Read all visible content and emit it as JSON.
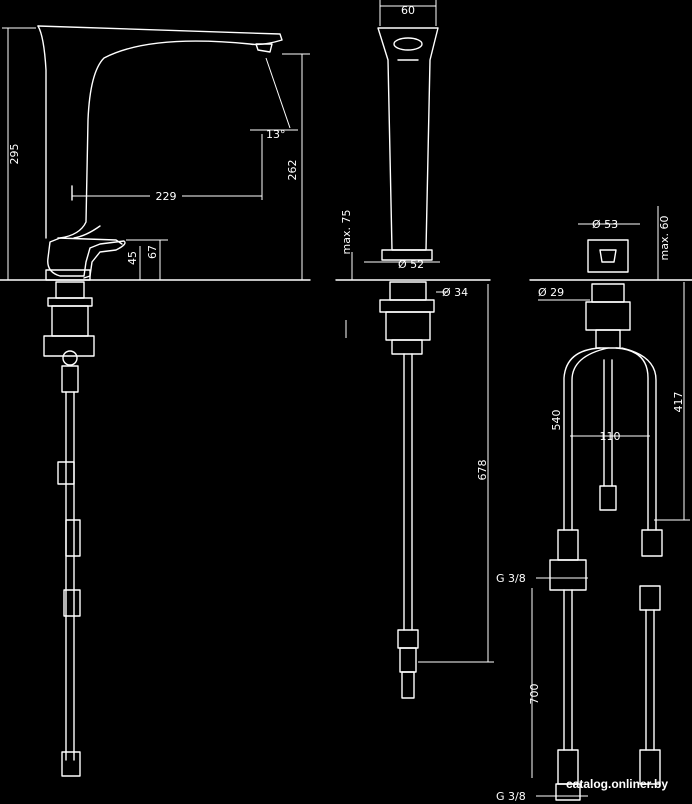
{
  "dims": {
    "total_height": "295",
    "reach": "229",
    "spout_height": "262",
    "angle": "13°",
    "lever_height": "67",
    "base_height": "45",
    "body_width": "60",
    "max_deck_side": "max. 75",
    "base_dia_side": "Ø 52",
    "shank_dia": "Ø 34",
    "hose_length": "678",
    "box_dia": "Ø 53",
    "max_deck_right": "max. 60",
    "hole_dia": "Ø 29",
    "box_height": "417",
    "hose_upper": "540",
    "spacing": "110",
    "conn_upper": "G 3/8",
    "hose_lower": "700",
    "conn_lower": "G 3/8"
  },
  "watermark": "catalog.onliner.by"
}
